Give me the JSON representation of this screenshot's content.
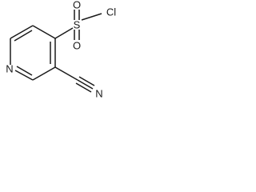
{
  "diagram": {
    "atoms": {
      "ring_nitrogen": "N",
      "sulfur": "S",
      "oxygen_top": "O",
      "oxygen_bottom": "O",
      "chlorine": "Cl",
      "nitrile_nitrogen": "N"
    }
  }
}
